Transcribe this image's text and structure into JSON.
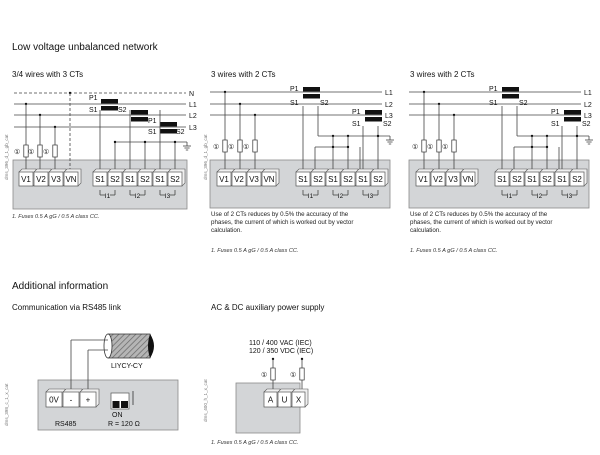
{
  "page": {
    "title": "Low voltage unbalanced network",
    "section2_title": "Additional information"
  },
  "diagrams": {
    "d1": {
      "subtitle": "3/4 wires with 3 CTs",
      "side_ref": "dms_396_d_1_gb_cat",
      "lines": [
        "N",
        "L1",
        "L2",
        "L3"
      ],
      "voltage_terminals": [
        "V1",
        "V2",
        "V3",
        "VN"
      ],
      "current_terminals": [
        "S1",
        "S2",
        "S1",
        "S2",
        "S1",
        "S2"
      ],
      "current_groups": [
        "I1",
        "I2",
        "I3"
      ],
      "ct_labels": [
        "P1",
        "S1",
        "S2"
      ],
      "fuse_marker": "①",
      "footnote": "1. Fuses 0.5 A gG / 0.5 A class CC."
    },
    "d2": {
      "subtitle": "3 wires with 2 CTs",
      "side_ref": "dms_396_d_1_gb_cat",
      "lines": [
        "L1",
        "L2",
        "L3"
      ],
      "voltage_terminals": [
        "V1",
        "V2",
        "V3",
        "VN"
      ],
      "current_terminals": [
        "S1",
        "S2",
        "S1",
        "S2",
        "S1",
        "S2"
      ],
      "current_groups": [
        "I1",
        "I2",
        "I3"
      ],
      "ct_labels": [
        "P1",
        "S1",
        "S2"
      ],
      "fuse_marker": "①",
      "note": "Use of 2 CTs reduces by 0.5% the accuracy of the phases, the current of which is worked out by vector calculation.",
      "note_lines": [
        "Use of 2 CTs reduces by 0.5% the accuracy of the",
        "phases, the current of which is worked out by vector",
        "calculation."
      ],
      "footnote": "1. Fuses 0.5 A gG / 0.5 A class CC."
    },
    "d3": {
      "subtitle": "3 wires with 2 CTs",
      "lines": [
        "L1",
        "L2",
        "L3"
      ],
      "voltage_terminals": [
        "V1",
        "V2",
        "V3",
        "VN"
      ],
      "current_terminals": [
        "S1",
        "S2",
        "S1",
        "S2",
        "S1",
        "S2"
      ],
      "current_groups": [
        "I1",
        "I2",
        "I3"
      ],
      "ct_labels": [
        "P1",
        "S1",
        "S2"
      ],
      "fuse_marker": "①",
      "note_lines": [
        "Use of 2 CTs reduces by 0.5% the accuracy of the",
        "phases, the current of which is worked out by vector",
        "calculation."
      ],
      "footnote": "1. Fuses 0.5 A gG / 0.5 A class CC."
    },
    "rs485": {
      "subtitle": "Communication via RS485 link",
      "side_ref": "dms_398_c_1_x_cat",
      "cable": "LIYCY-CY",
      "terminals": [
        "0V",
        "-",
        "+"
      ],
      "bus_label": "RS485",
      "switch_label": "ON",
      "resistor_label": "R = 120 Ω"
    },
    "aux": {
      "subtitle": "AC & DC auxiliary power supply",
      "side_ref": "dms_400_h_1_x_cat",
      "supply_ac": "110 / 400 VAC (IEC)",
      "supply_dc": "120 / 350 VDC (IEC)",
      "terminals": [
        "A",
        "U",
        "X"
      ],
      "fuse_marker": "①",
      "footnote": "1. Fuses 0.5 A gG / 0.5 A class CC."
    }
  },
  "colors": {
    "panel_fill": "#d3d5d7",
    "panel_stroke": "#8a8a8a",
    "wire": "#444444",
    "ct_core": "#111111",
    "cable_hatch": "#777777"
  }
}
